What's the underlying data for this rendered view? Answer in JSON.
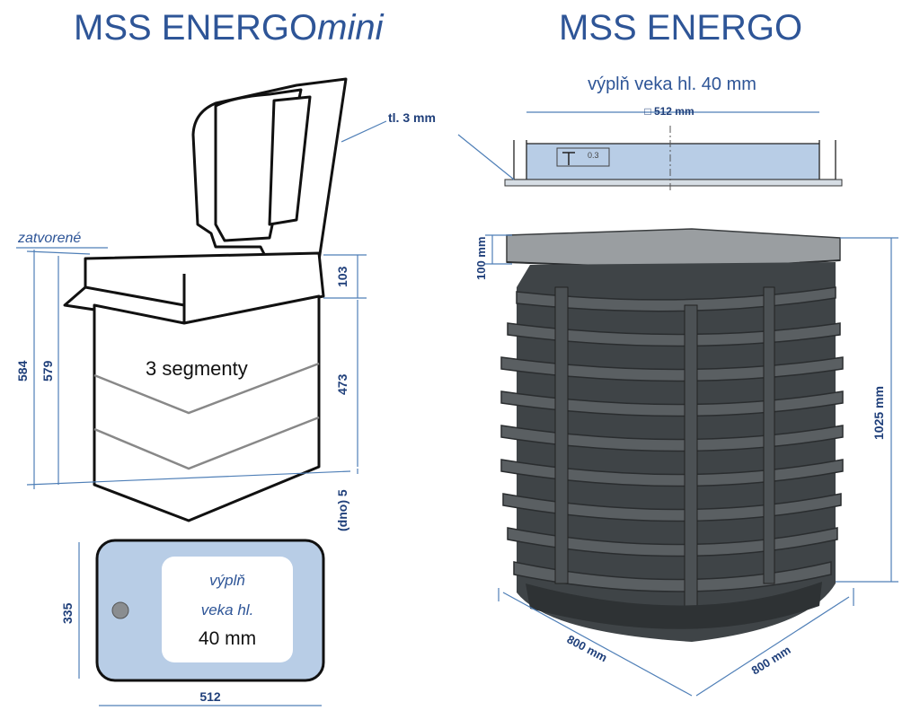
{
  "titles": {
    "mini_prefix": "MSS ENERGO",
    "mini_suffix": "mini",
    "energo": "MSS ENERGO"
  },
  "mini": {
    "state_label": "zatvorené",
    "thickness_label": "tl. 3 mm",
    "segments_label": "3 segmenty",
    "dim_584": "584",
    "dim_579": "579",
    "dim_103": "103",
    "dim_473": "473",
    "dim_dno": "(dno) 5",
    "dim_335": "335",
    "dim_512": "512",
    "fill_line1": "výplň",
    "fill_line2": "veka hl.",
    "fill_line3": "40 mm"
  },
  "energo": {
    "lid_fill_label": "výplň veka hl. 40 mm",
    "lid_width": "□ 512 mm",
    "lid_detail": "0.3",
    "dim_100": "100 mm",
    "dim_1025": "1025 mm",
    "dim_800a": "800 mm",
    "dim_800b": "800 mm"
  },
  "colors": {
    "title": "#2e5597",
    "dimension": "#1f3f7a",
    "fill": "#b8cde6",
    "tank": "#3f4447"
  }
}
